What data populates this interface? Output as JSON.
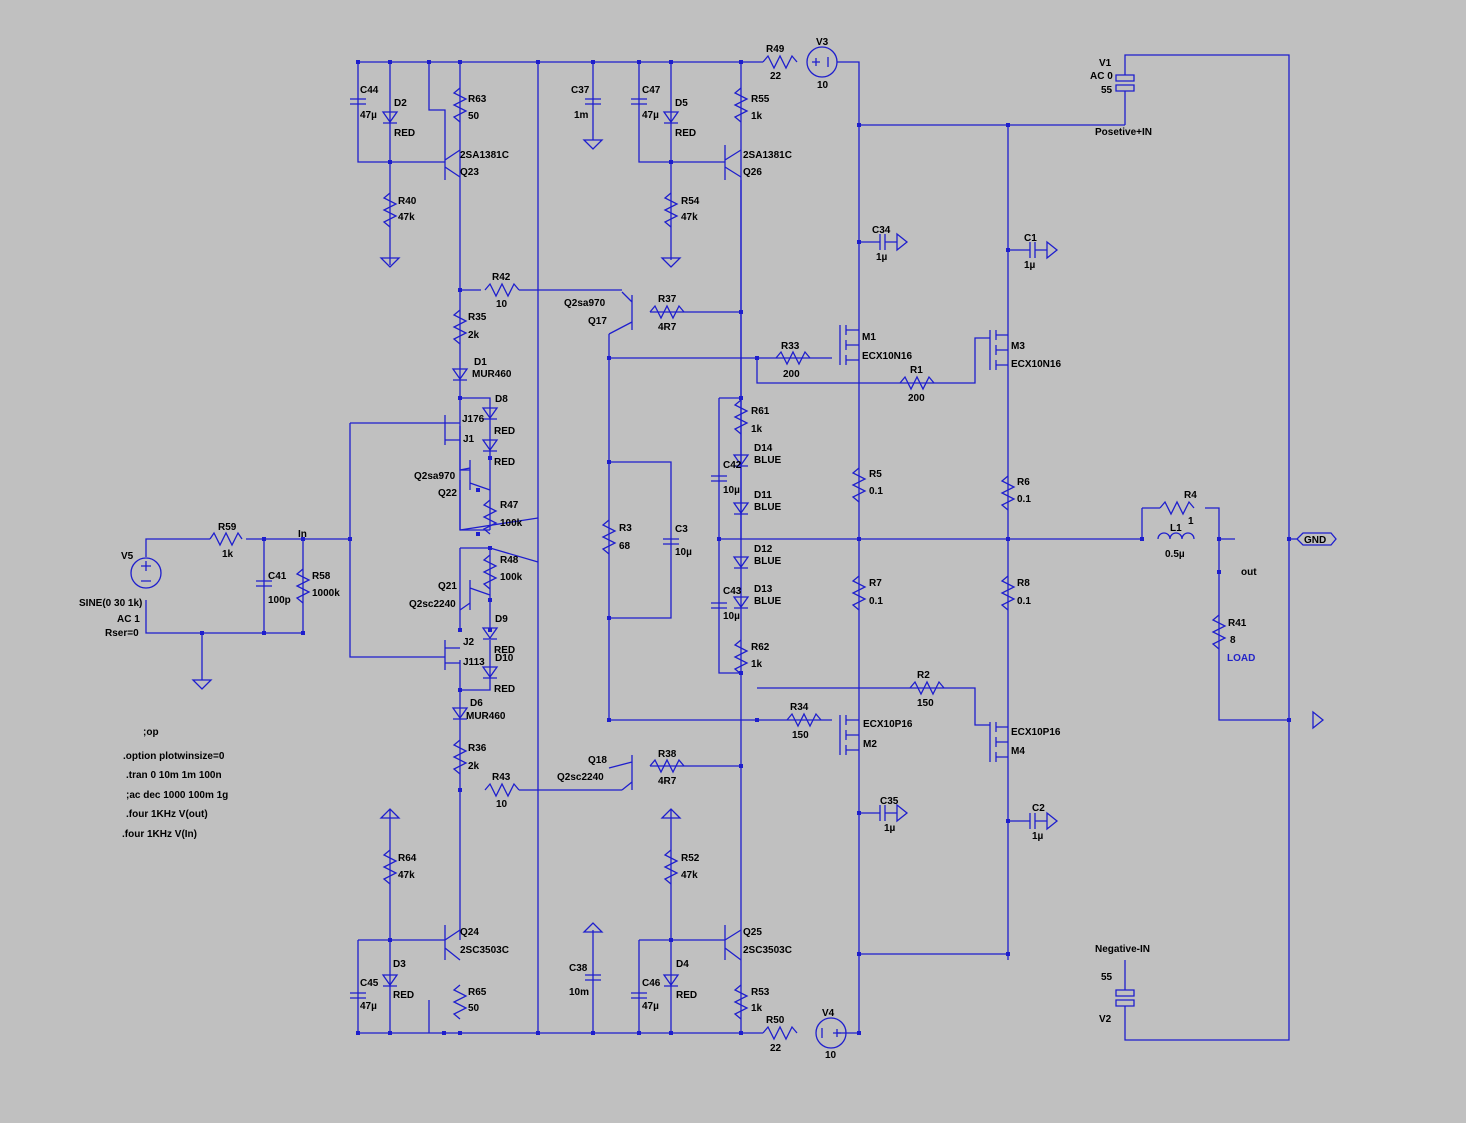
{
  "schematic": {
    "labels": {
      "R49": "R49",
      "R49_v": "22",
      "V3": "V3",
      "V3_v": "10",
      "V1": "V1",
      "V1_v": "AC 0",
      "V1_v2": "55",
      "pos_in": "Posetive+IN",
      "C44": "C44",
      "C44_v": "47µ",
      "D2": "D2",
      "D2_v": "RED",
      "R63": "R63",
      "R63_v": "50",
      "C37": "C37",
      "C37_v": "1m",
      "C47": "C47",
      "C47_v": "47µ",
      "D5": "D5",
      "D5_v": "RED",
      "R55": "R55",
      "R55_v": "1k",
      "Q23_t": "2SA1381C",
      "Q23": "Q23",
      "Q26_t": "2SA1381C",
      "Q26": "Q26",
      "R40": "R40",
      "R40_v": "47k",
      "R54": "R54",
      "R54_v": "47k",
      "C34": "C34",
      "C34_v": "1µ",
      "C1": "C1",
      "C1_v": "1µ",
      "R42": "R42",
      "R42_v": "10",
      "Q17_t": "Q2sa970",
      "Q17": "Q17",
      "R37": "R37",
      "R37_v": "4R7",
      "R35": "R35",
      "R35_v": "2k",
      "M1": "M1",
      "M1_v": "ECX10N16",
      "M3": "M3",
      "M3_v": "ECX10N16",
      "R33": "R33",
      "R33_v": "200",
      "R1": "R1",
      "R1_v": "200",
      "D1": "D1",
      "D1_v": "MUR460",
      "D8": "D8",
      "J1_t": "J176",
      "D8_v": "RED",
      "J1": "J1",
      "D7_v": "RED",
      "R61": "R61",
      "R61_v": "1k",
      "D14": "D14",
      "D14_v": "BLUE",
      "C42": "C42",
      "C42_v": "10µ",
      "R5": "R5",
      "R5_v": "0.1",
      "R6": "R6",
      "R6_v": "0.1",
      "Q22_t": "Q2sa970",
      "Q22": "Q22",
      "R47": "R47",
      "R47_v": "100k",
      "D11": "D11",
      "D11_v": "BLUE",
      "R3": "R3",
      "R3_v": "68",
      "C3": "C3",
      "C3_v": "10µ",
      "R4": "R4",
      "R4_v": "1",
      "L1": "L1",
      "L1_v": "0.5µ",
      "GND": "GND",
      "V5": "V5",
      "R59": "R59",
      "R59_v": "1k",
      "In": "In",
      "C41": "C41",
      "C41_v": "100p",
      "R58": "R58",
      "R58_v": "1000k",
      "R48": "R48",
      "R48_v": "100k",
      "D12": "D12",
      "D12_v": "BLUE",
      "out": "out",
      "Q21": "Q21",
      "Q21_t": "Q2sc2240",
      "V5_v1": "SINE(0 30 1k)",
      "V5_v2": "AC 1",
      "V5_v3": "Rser=0",
      "C43": "C43",
      "C43_v": "10µ",
      "D13": "D13",
      "D13_v": "BLUE",
      "R7": "R7",
      "R7_v": "0.1",
      "R8": "R8",
      "R8_v": "0.1",
      "D9": "D9",
      "D9_v": "RED",
      "R41": "R41",
      "R41_v": "8",
      "LOAD": "LOAD",
      "J2": "J2",
      "J2_t": "J113",
      "D10": "D10",
      "D10_v": "RED",
      "R62": "R62",
      "R62_v": "1k",
      "R2": "R2",
      "R2_v": "150",
      "D6": "D6",
      "D6_v": "MUR460",
      "R34": "R34",
      "R34_v": "150",
      "M2": "M2",
      "M2_v": "ECX10P16",
      "M4": "M4",
      "M4_v": "ECX10P16",
      "R36": "R36",
      "R36_v": "2k",
      "Q18": "Q18",
      "Q18_t": "Q2sc2240",
      "R38": "R38",
      "R38_v": "4R7",
      "R43": "R43",
      "R43_v": "10",
      "C35": "C35",
      "C35_v": "1µ",
      "C2": "C2",
      "C2_v": "1µ",
      "R64": "R64",
      "R64_v": "47k",
      "R52": "R52",
      "R52_v": "47k",
      "Q24": "Q24",
      "Q24_t": "2SC3503C",
      "Q25": "Q25",
      "Q25_t": "2SC3503C",
      "neg_in": "Negative-IN",
      "V2_v": "55",
      "V2": "V2",
      "D3": "D3",
      "D3_v": "RED",
      "C45": "C45",
      "C45_v": "47µ",
      "R65": "R65",
      "R65_v": "50",
      "C38": "C38",
      "C38_v": "10m",
      "C46": "C46",
      "C46_v": "47µ",
      "D4": "D4",
      "D4_v": "RED",
      "R53": "R53",
      "R53_v": "1k",
      "R50": "R50",
      "R50_v": "22",
      "V4": "V4",
      "V4_v": "10"
    },
    "directives": [
      ";op",
      ".option plotwinsize=0",
      ".tran 0 10m 1m 100n",
      ";ac dec 1000 100m 1g",
      ".four 1KHz V(out)",
      ".four 1KHz V(In)"
    ],
    "colors": {
      "wire": "#1e1ecd",
      "background": "#c0c0c0",
      "text": "#000000",
      "label_blue": "#2323c8"
    }
  }
}
